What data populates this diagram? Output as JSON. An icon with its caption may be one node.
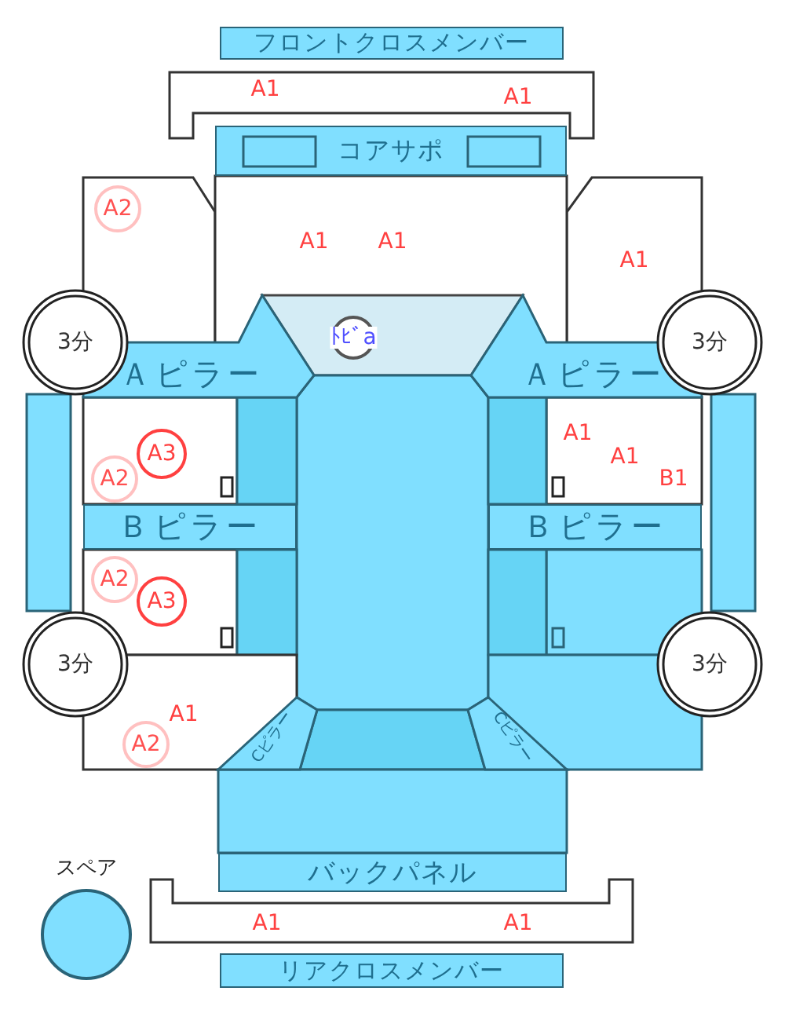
{
  "diagram": {
    "nodes": [
      {
        "text": [
          "フロントクロスメンバー"
        ]
      },
      {
        "text": [
          "コアサポ"
        ]
      },
      {
        "text": [
          "A2"
        ]
      },
      {
        "text": [
          "ﾄﾋﾞa"
        ]
      },
      {
        "text": [
          "3分"
        ]
      },
      {
        "text": [
          "3分"
        ]
      },
      {
        "text": [
          "Ａピラー"
        ]
      },
      {
        "text": [
          "Ａピラー"
        ]
      },
      {
        "text": [
          "A3"
        ]
      },
      {
        "text": [
          "A2"
        ]
      },
      {
        "text": [
          "Ｂピラー"
        ]
      },
      {
        "text": [
          "Ｂピラー"
        ]
      },
      {
        "text": [
          "A2"
        ]
      },
      {
        "text": [
          "A3"
        ]
      },
      {
        "text": [
          "3分"
        ]
      },
      {
        "text": [
          "3分"
        ]
      },
      {
        "text": [
          "Cピラー"
        ]
      },
      {
        "text": [
          "Cピラー"
        ]
      },
      {
        "text": [
          "A2"
        ]
      },
      {
        "text": [
          "バックパネル"
        ]
      },
      {
        "text": [
          "スペア"
        ]
      },
      {
        "text": [
          "リアクロスメンバー"
        ]
      }
    ],
    "labels": [
      "A1",
      "A1",
      "A1",
      "A1",
      "A1",
      "A1",
      "A1",
      "B1",
      "A1",
      "A1",
      "A1"
    ]
  }
}
